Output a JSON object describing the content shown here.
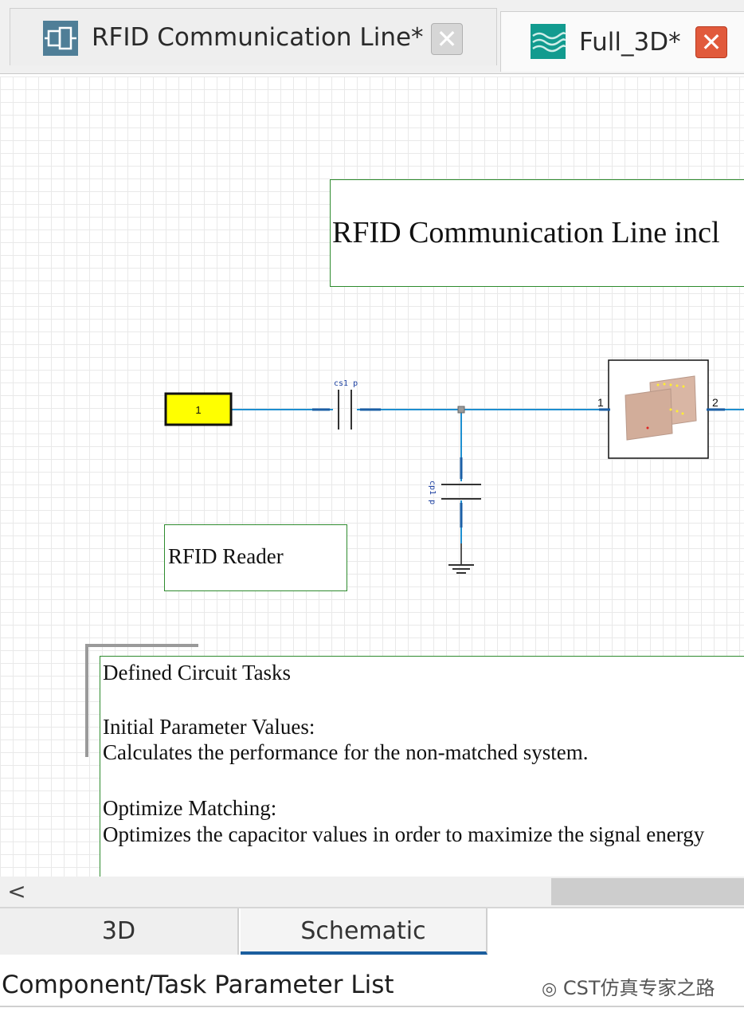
{
  "tabs": [
    {
      "label": "RFID Communication Line*",
      "icon": "schematic-icon",
      "close_color": "#c8c8c8"
    },
    {
      "label": "Full_3D*",
      "icon": "3d-model-icon",
      "close_color": "#e15a3c"
    }
  ],
  "schematic": {
    "title_note": "RFID Communication Line incl",
    "port_label": "1",
    "capacitor_series": "cs1 p",
    "capacitor_parallel": "cp1 p",
    "block_port_in": "1",
    "block_port_out": "2",
    "reader_note": "RFID Reader",
    "tasks_note": {
      "heading": "Defined Circuit Tasks",
      "task1_title": "Initial Parameter Values:",
      "task1_desc": "Calculates the performance for the non-matched system.",
      "task2_title": "Optimize Matching:",
      "task2_desc": "Optimizes the capacitor values in order to maximize the signal energy"
    },
    "colors": {
      "wire": "#1e8fd0",
      "port_fill": "#ffff00",
      "note_border": "#2e8b2e"
    }
  },
  "scrollbar": {
    "left_arrow": "<"
  },
  "view_tabs": [
    {
      "label": "3D",
      "active": false
    },
    {
      "label": "Schematic",
      "active": true
    }
  ],
  "parameter_panel": {
    "title": "Component/Task Parameter List"
  },
  "watermark": "CST仿真专家之路"
}
